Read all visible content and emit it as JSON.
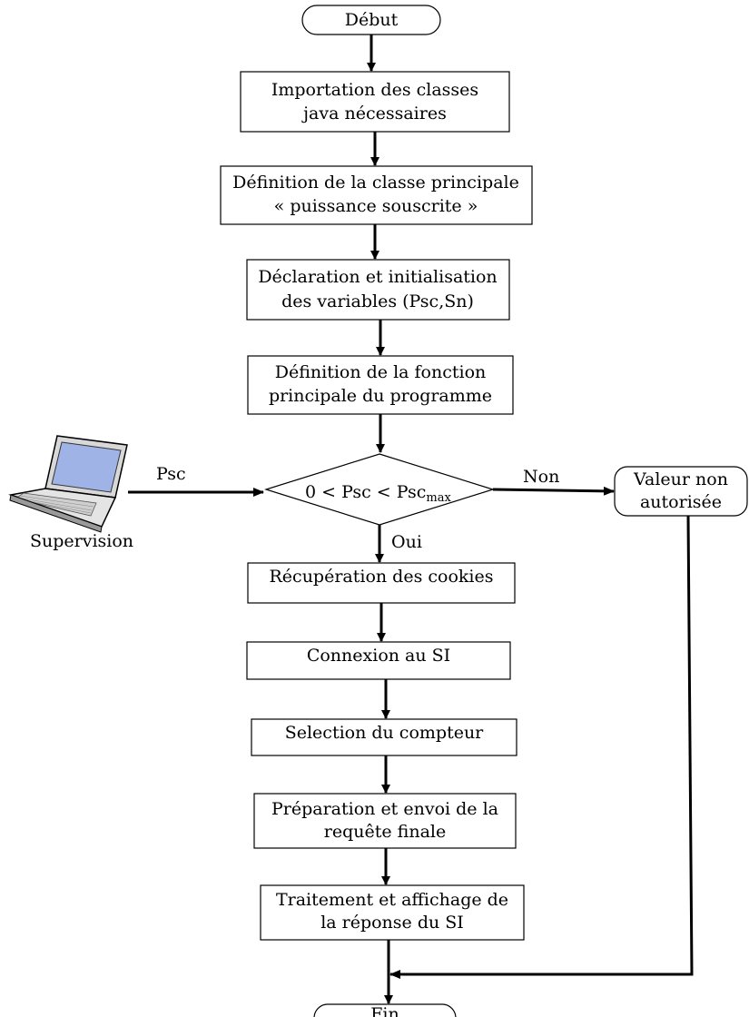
{
  "start": "Début",
  "end": "Fin",
  "steps": {
    "s1": [
      "Importation des classes",
      "java nécessaires"
    ],
    "s2": [
      "Définition de la classe principale",
      "« puissance souscrite »"
    ],
    "s3": [
      "Déclaration et initialisation",
      "des variables (Psc,Sn)"
    ],
    "s4": [
      "Définition de la fonction",
      "principale du programme"
    ],
    "s5": [
      "Récupération des cookies"
    ],
    "s6": [
      "Connexion au SI"
    ],
    "s7": [
      "Selection du compteur"
    ],
    "s8": [
      "Préparation et envoi de la",
      "requête finale"
    ],
    "s9": [
      "Traitement et affichage de",
      "la réponse du SI"
    ]
  },
  "decision": {
    "text": "0 < Psc < Psc",
    "subscript": "max",
    "yes": "Oui",
    "no": "Non"
  },
  "reject": [
    "Valeur non",
    "autorisée"
  ],
  "input": {
    "label": "Psc",
    "source": "Supervision",
    "icon": "laptop-icon"
  }
}
